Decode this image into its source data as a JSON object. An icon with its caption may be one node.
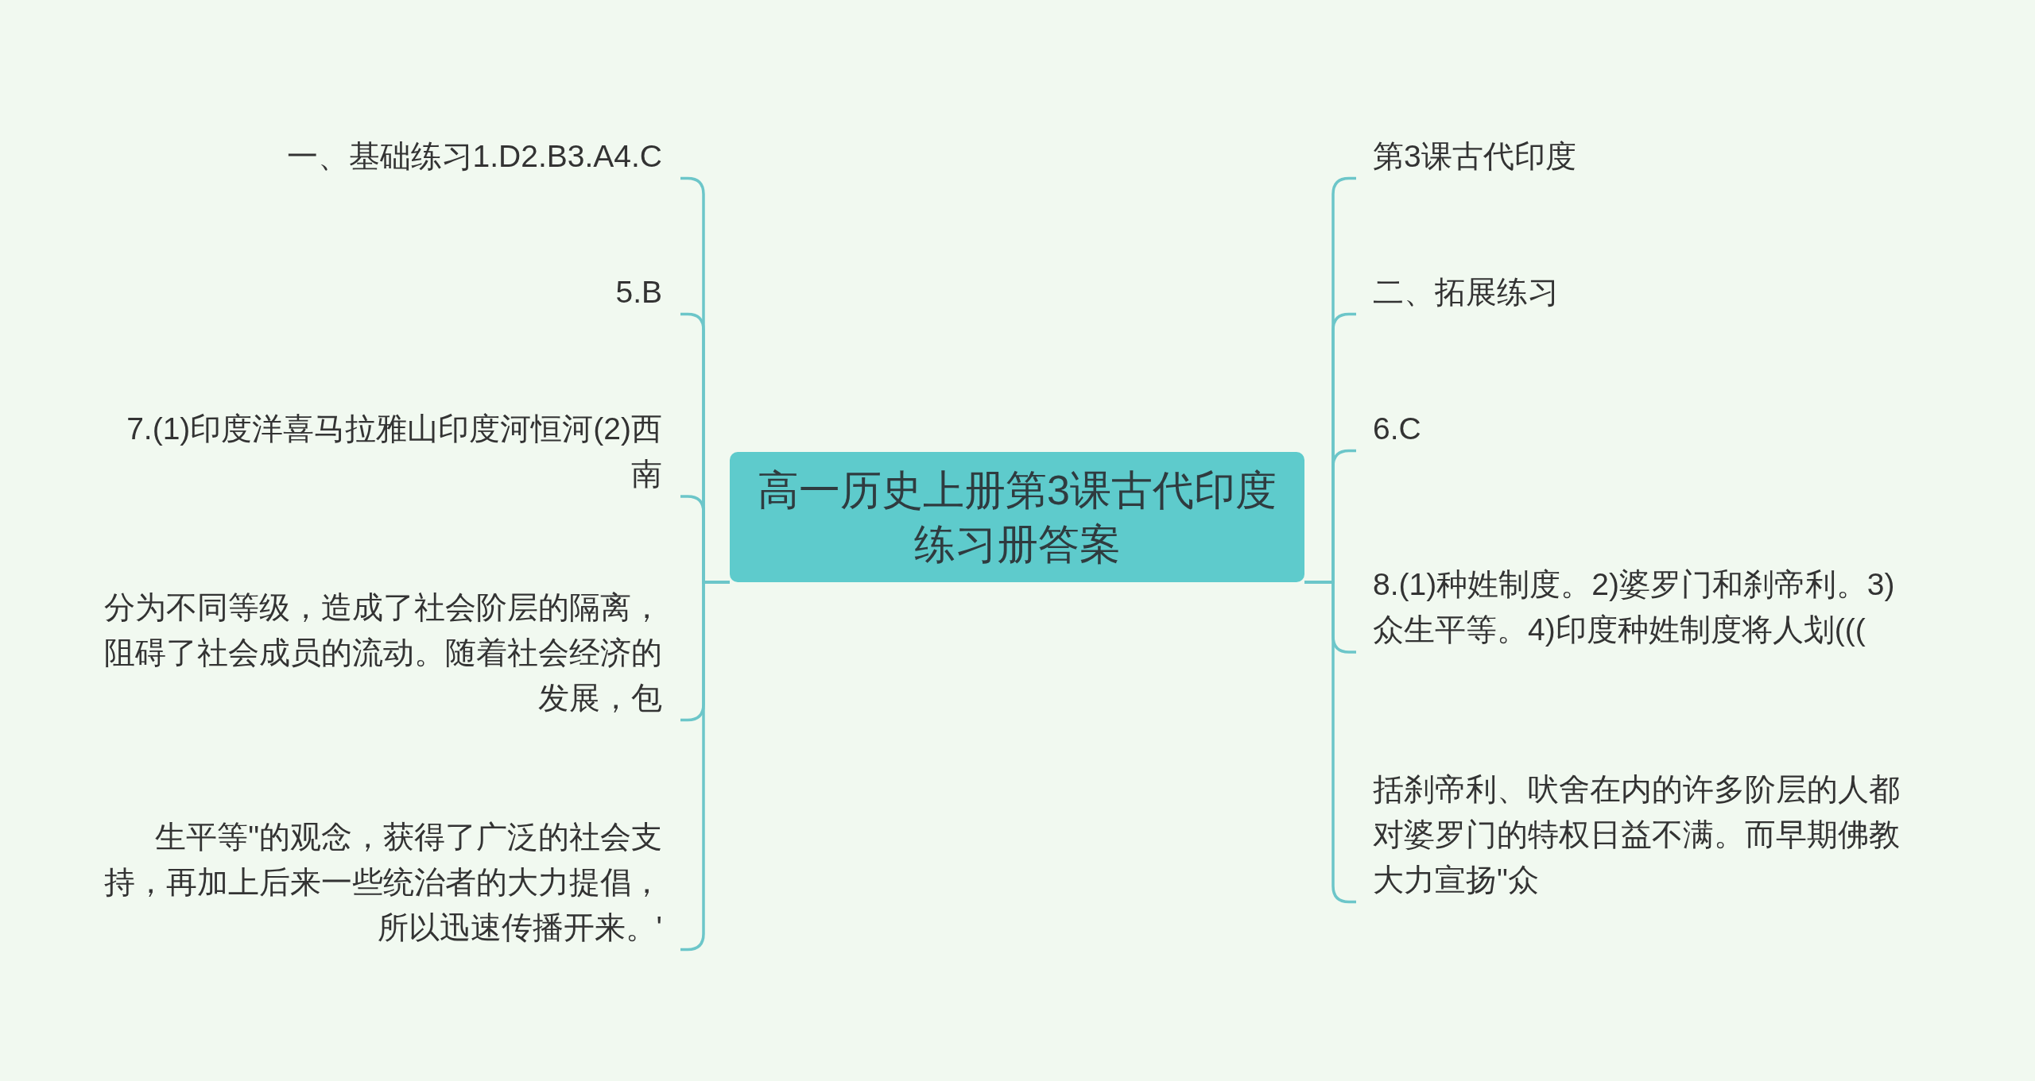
{
  "diagram": {
    "nodes": [
      {
        "text": [
          "高一历史上册第3课古代印度练习册答案"
        ]
      },
      {
        "text": [
          "一、基础练习1.D2.B3.A4.C"
        ]
      },
      {
        "text": [
          "5.B"
        ]
      },
      {
        "text": [
          "7.(1)印度洋喜马拉雅山印度河恒河(2)西南"
        ]
      },
      {
        "text": [
          "分为不同等级，造成了社会阶层的隔离，阻碍了社会成员的流动。随着社会经济的发展，包"
        ]
      },
      {
        "text": [
          "生平等\"的观念，获得了广泛的社会支持，再加上后来一些统治者的大力提倡，所以迅速传播开来。'"
        ]
      },
      {
        "text": [
          "第3课古代印度"
        ]
      },
      {
        "text": [
          "二、拓展练习"
        ]
      },
      {
        "text": [
          "6.C"
        ]
      },
      {
        "text": [
          "8.(1)种姓制度。2)婆罗门和刹帝利。3)众生平等。4)印度种姓制度将人划((("
        ]
      },
      {
        "text": [
          "括刹帝利、吠舍在内的许多阶层的人都对婆罗门的特权日益不满。而早期佛教大力宣扬\"众"
        ]
      }
    ],
    "edges": [
      {
        "from": 0,
        "to": 1,
        "arrow": "none"
      },
      {
        "from": 0,
        "to": 2,
        "arrow": "none"
      },
      {
        "from": 0,
        "to": 3,
        "arrow": "none"
      },
      {
        "from": 0,
        "to": 4,
        "arrow": "none"
      },
      {
        "from": 0,
        "to": 5,
        "arrow": "none"
      },
      {
        "from": 0,
        "to": 6,
        "arrow": "none"
      },
      {
        "from": 0,
        "to": 7,
        "arrow": "none"
      },
      {
        "from": 0,
        "to": 8,
        "arrow": "none"
      },
      {
        "from": 0,
        "to": 9,
        "arrow": "none"
      },
      {
        "from": 0,
        "to": 10,
        "arrow": "none"
      }
    ]
  }
}
